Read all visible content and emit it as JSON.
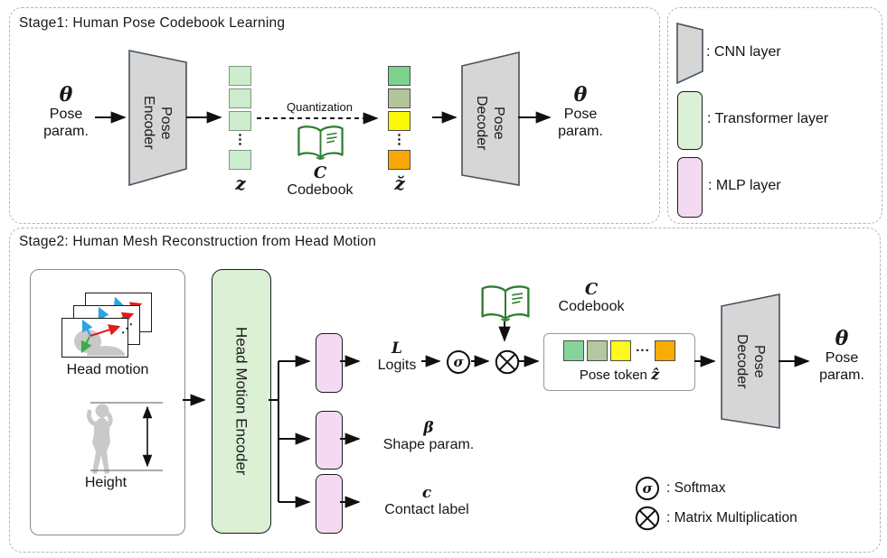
{
  "stage1": {
    "title": "Stage1: Human Pose Codebook Learning",
    "input": {
      "symbol": "θ",
      "line1": "Pose",
      "line2": "param."
    },
    "encoder_label": "Pose\nEncoder",
    "z_label": "z",
    "quantization_label": "Quantization",
    "codebook": {
      "symbol": "C",
      "label": "Codebook"
    },
    "z_quant_label": "z̆",
    "decoder_label": "Pose\nDecoder",
    "output": {
      "symbol": "θ",
      "line1": "Pose",
      "line2": "param."
    },
    "z_tokens": {
      "colors": [
        "#cdeccd",
        "#cdeccd",
        "#cdeccd",
        "dots",
        "#cdeccd"
      ],
      "dots": "⋮",
      "border": "#7e997e"
    },
    "quant_tokens": {
      "colors": [
        "#7dd18f",
        "#b3c59a",
        "#fbf907",
        "dots",
        "#f8a806"
      ],
      "dots": "⋮",
      "border": "#4d4d4d"
    }
  },
  "legend": {
    "items": [
      {
        "label": ": CNN layer"
      },
      {
        "label": ": Transformer layer"
      },
      {
        "label": ": MLP layer"
      }
    ]
  },
  "stage2": {
    "title": "Stage2: Human Mesh Reconstruction from Head Motion",
    "head_motion_label": "Head motion",
    "height_label": "Height",
    "encoder_label": "Head Motion Encoder",
    "logits": {
      "symbol": "L",
      "label": "Logits"
    },
    "shape": {
      "symbol": "β",
      "label": "Shape param."
    },
    "contact": {
      "symbol": "c",
      "label": "Contact label"
    },
    "codebook": {
      "symbol": "C",
      "label": "Codebook"
    },
    "pose_token": {
      "text": "Pose token",
      "symbol": "ẑ",
      "tokens": {
        "colors": [
          "#85d59a",
          "#b5c79e",
          "#fdf81d",
          "dots",
          "#f8ad05"
        ],
        "dots": "...",
        "border": "#4d4d4d"
      }
    },
    "decoder_label": "Pose\nDecoder",
    "output": {
      "symbol": "θ",
      "line1": "Pose",
      "line2": "param."
    },
    "softmax_symbol": "σ",
    "ops": [
      {
        "label": ": Softmax"
      },
      {
        "label": ": Matrix Multiplication"
      }
    ]
  }
}
